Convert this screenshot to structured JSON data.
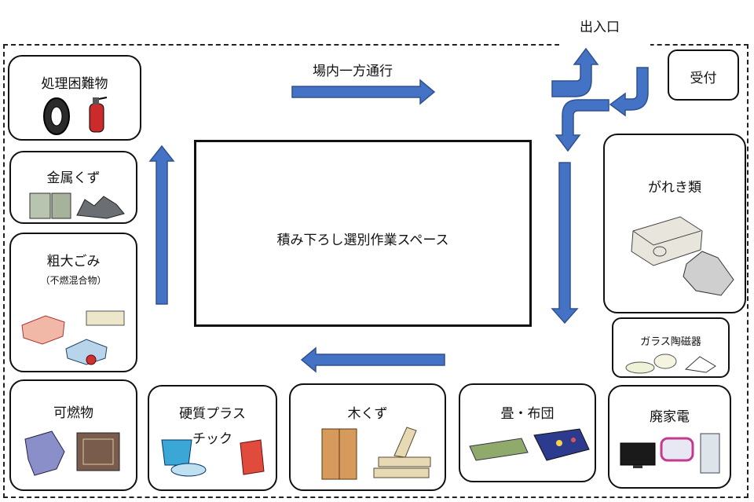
{
  "entrance": {
    "label": "出入口"
  },
  "one_way": {
    "label": "場内一方通行"
  },
  "reception": {
    "label": "受付"
  },
  "workspace": {
    "label": "積み下ろし選別作業スペース"
  },
  "zones": {
    "hard_to_process": {
      "label": "処理困難物"
    },
    "metal": {
      "label": "金属くず"
    },
    "oversized": {
      "label": "粗大ごみ",
      "sub": "（不燃混合物）"
    },
    "combustible": {
      "label": "可燃物"
    },
    "hard_plastic": {
      "label_line1": "硬質プラス",
      "label_line2": "チック"
    },
    "wood": {
      "label": "木くず"
    },
    "tatami": {
      "label": "畳・布団"
    },
    "appliances": {
      "label": "廃家電"
    },
    "glass": {
      "label": "ガラス陶磁器"
    },
    "rubble": {
      "label": "がれき類"
    }
  },
  "colors": {
    "arrow_fill": "#4472c4",
    "arrow_stroke": "#2f528f",
    "border": "#111111"
  }
}
